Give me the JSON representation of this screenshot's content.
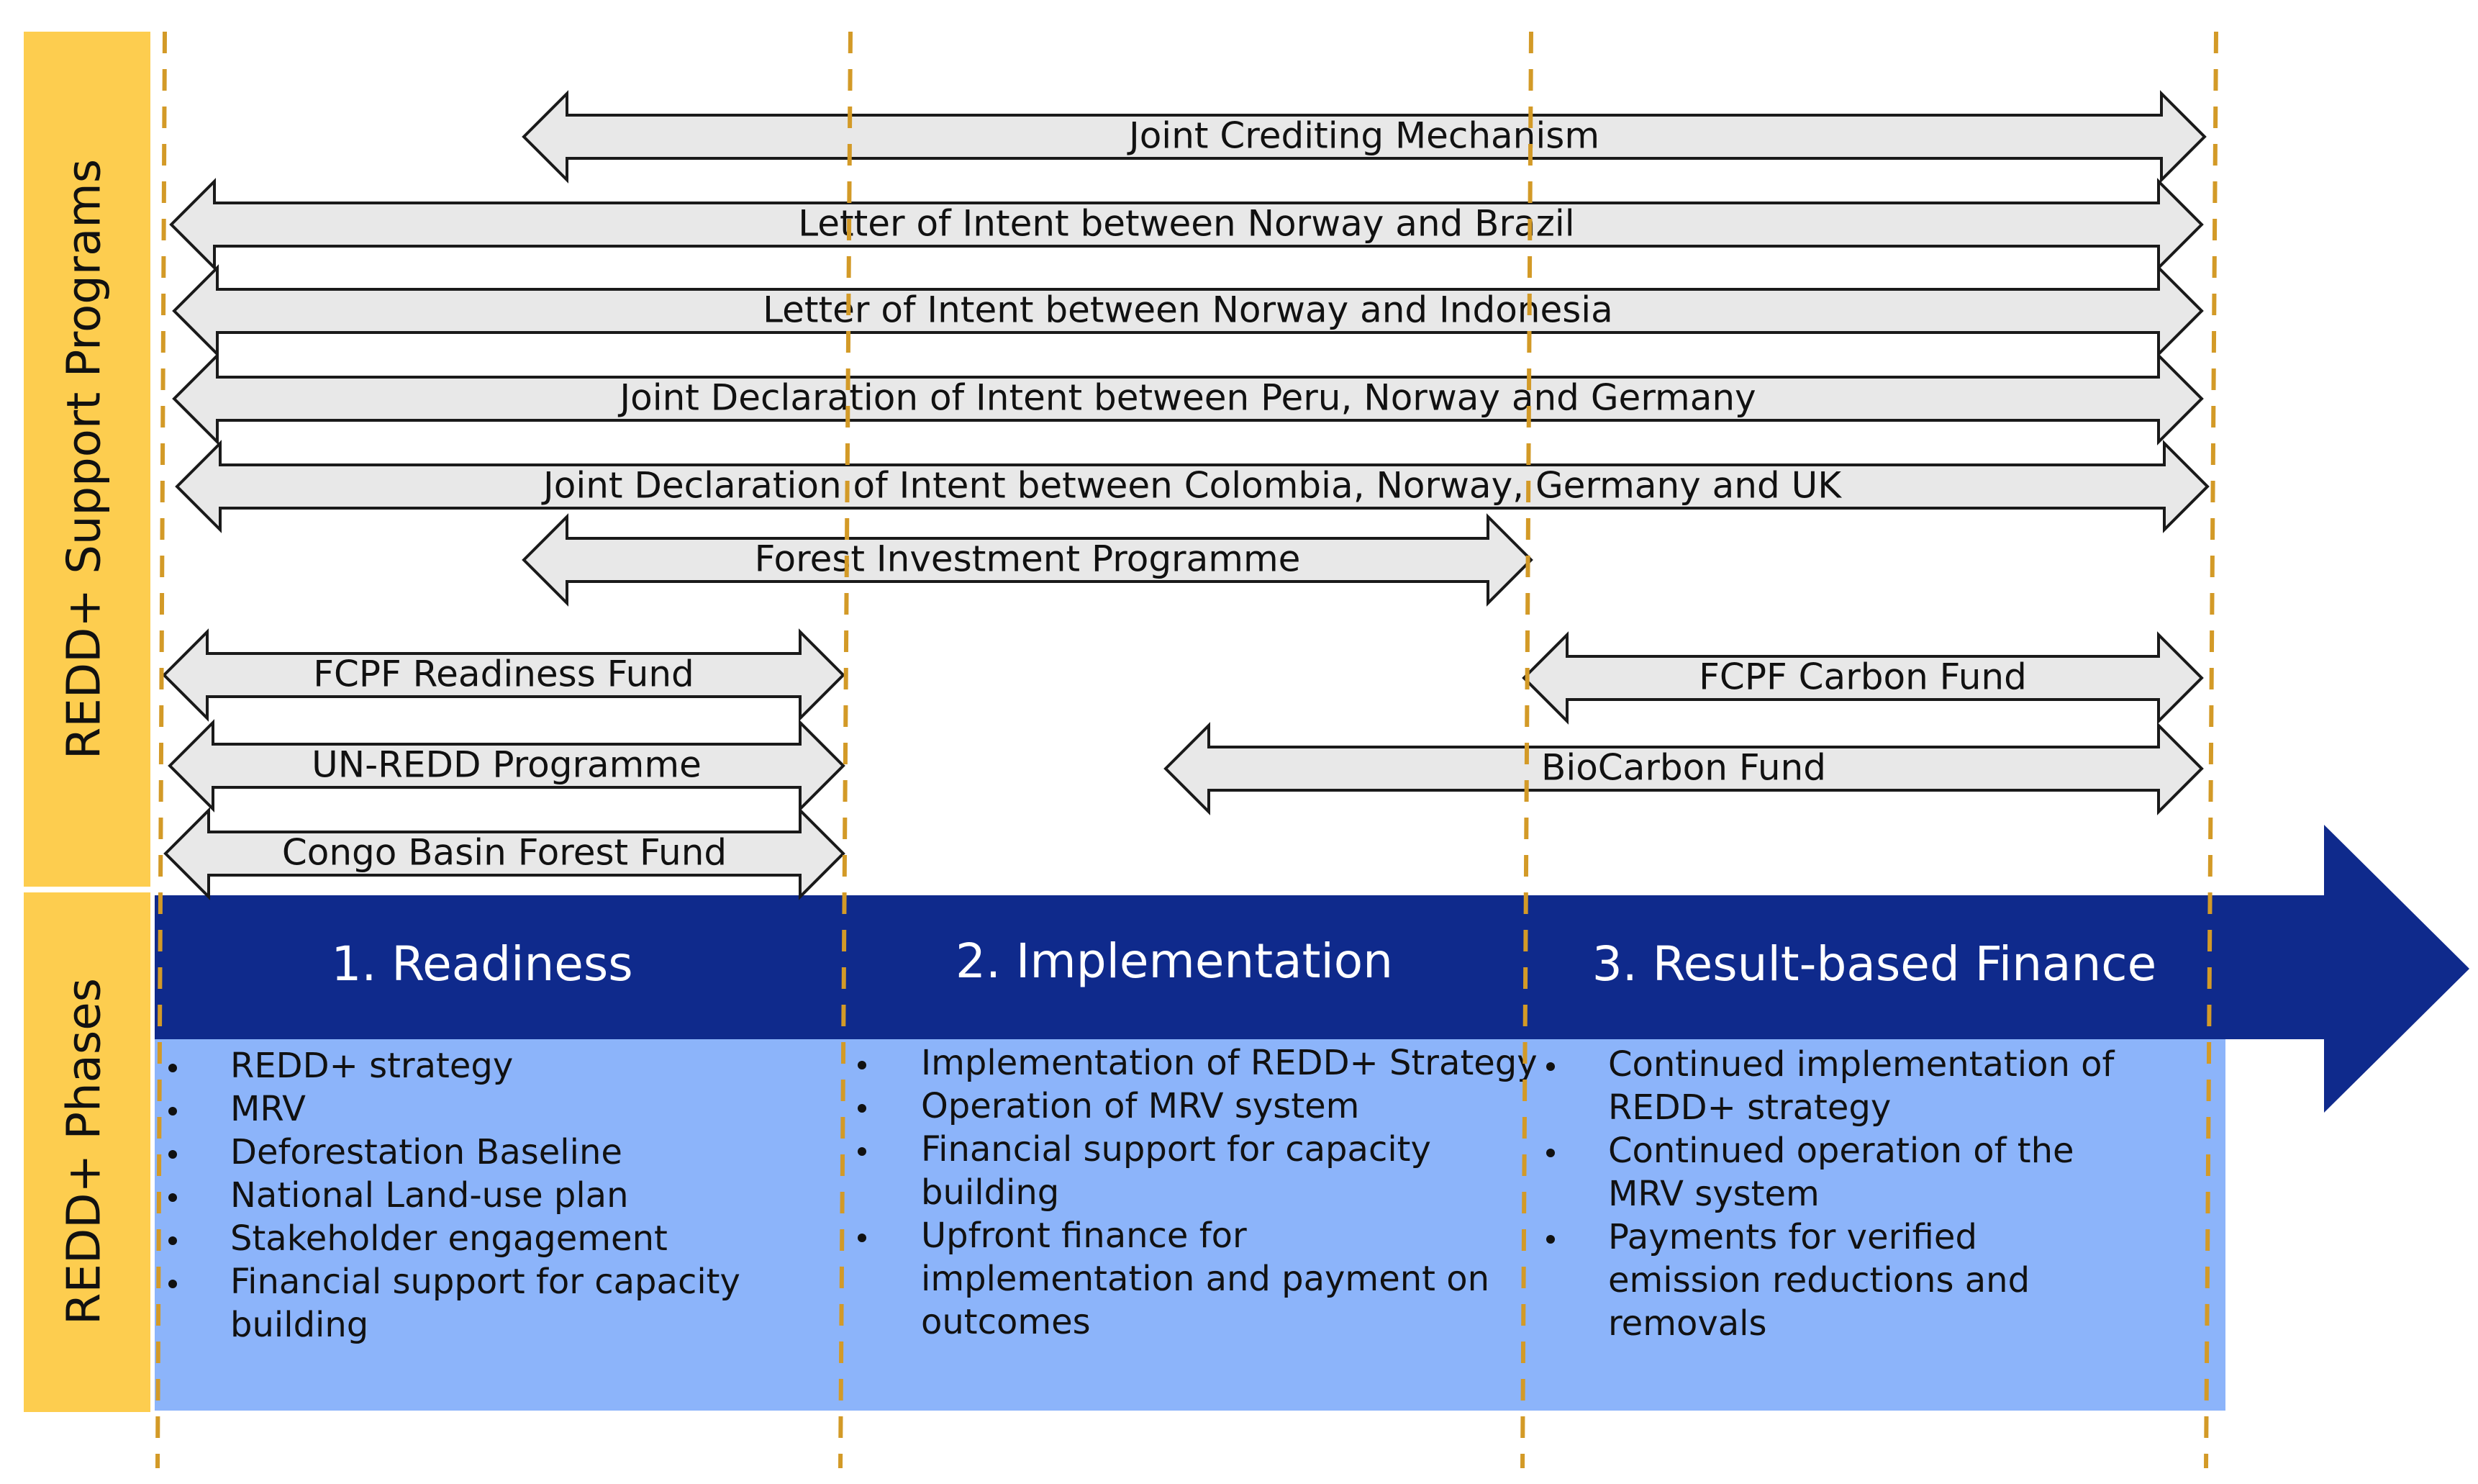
{
  "colors": {
    "side_label_bg": "#FDCD4F",
    "divider_dash": "#D39A27",
    "phase_band": "#0F2A8C",
    "phase_body": "#8CB4FA",
    "arrow_fill": "#E8E8E8",
    "arrow_stroke": "#1A1A1A",
    "text_dark": "#111111",
    "text_light": "#FFFFFF"
  },
  "side_labels": {
    "support_programs": "REDD+ Support Programs",
    "phases": "REDD+ Phases"
  },
  "programs": [
    {
      "label": "Joint Crediting Mechanism"
    },
    {
      "label": "Letter of Intent between Norway and Brazil"
    },
    {
      "label": "Letter of Intent between Norway and Indonesia"
    },
    {
      "label": "Joint Declaration of Intent between Peru, Norway and Germany"
    },
    {
      "label": "Joint Declaration of Intent between Colombia, Norway, Germany and UK"
    },
    {
      "label": "Forest Investment Programme"
    },
    {
      "label": "FCPF Readiness Fund"
    },
    {
      "label": "FCPF Carbon Fund"
    },
    {
      "label": "UN-REDD Programme"
    },
    {
      "label": "BioCarbon Fund"
    },
    {
      "label": "Congo Basin Forest Fund"
    }
  ],
  "phases": [
    {
      "title": "1. Readiness",
      "bullets": [
        "REDD+ strategy",
        "MRV",
        "Deforestation Baseline",
        "National Land-use plan",
        "Stakeholder engagement",
        "Financial support for capacity building"
      ]
    },
    {
      "title": "2. Implementation",
      "bullets": [
        "Implementation of REDD+ Strategy",
        "Operation of MRV system",
        "Financial support for capacity building",
        "Upfront finance for implementation and payment on outcomes"
      ]
    },
    {
      "title": "3. Result-based Finance",
      "bullets": [
        "Continued implementation of REDD+ strategy",
        "Continued operation of the MRV system",
        "Payments for verified emission reductions and removals"
      ]
    }
  ]
}
